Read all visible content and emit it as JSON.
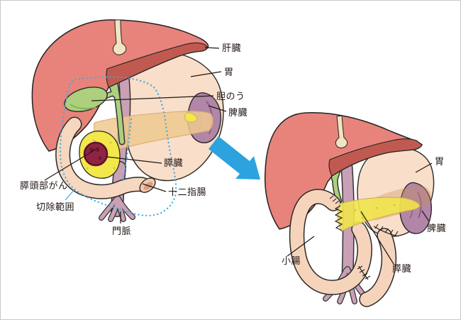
{
  "labels": {
    "left": [
      {
        "name": "liver",
        "text": "肝臓"
      },
      {
        "name": "stomach",
        "text": "胃"
      },
      {
        "name": "gallbladder",
        "text": "胆のう"
      },
      {
        "name": "spleen",
        "text": "脾臓"
      },
      {
        "name": "pancreas",
        "text": "膵臓"
      },
      {
        "name": "duodenum",
        "text": "十二指腸"
      },
      {
        "name": "pancreatic-head-cancer",
        "text": "膵頭部がん"
      },
      {
        "name": "resection-extent",
        "text": "切除範囲"
      },
      {
        "name": "portal-vein",
        "text": "門脈"
      }
    ],
    "right": [
      {
        "name": "stomach",
        "text": "胃"
      },
      {
        "name": "spleen",
        "text": "脾臓"
      },
      {
        "name": "small-intestine",
        "text": "小腸"
      },
      {
        "name": "pancreas",
        "text": "膵臓"
      }
    ]
  },
  "colors": {
    "liver": "#E8837B",
    "liver_shadow": "#C05A50",
    "stomach": "#F9DEC9",
    "gallbladder": "#ACD07E",
    "spleen": "#B286A8",
    "pancreas_overlay": "#EFC98F",
    "pancreas_head": "#F2E74B",
    "tumor": "#8E2442",
    "portal_vein": "#C9A0B5",
    "intestine": "#F6D4BC",
    "arrow": "#2CA3DE",
    "resection_blue": "#3FA9E0",
    "outline": "#231815",
    "background": "#FFFFFF",
    "border": "#C8C8C8"
  }
}
